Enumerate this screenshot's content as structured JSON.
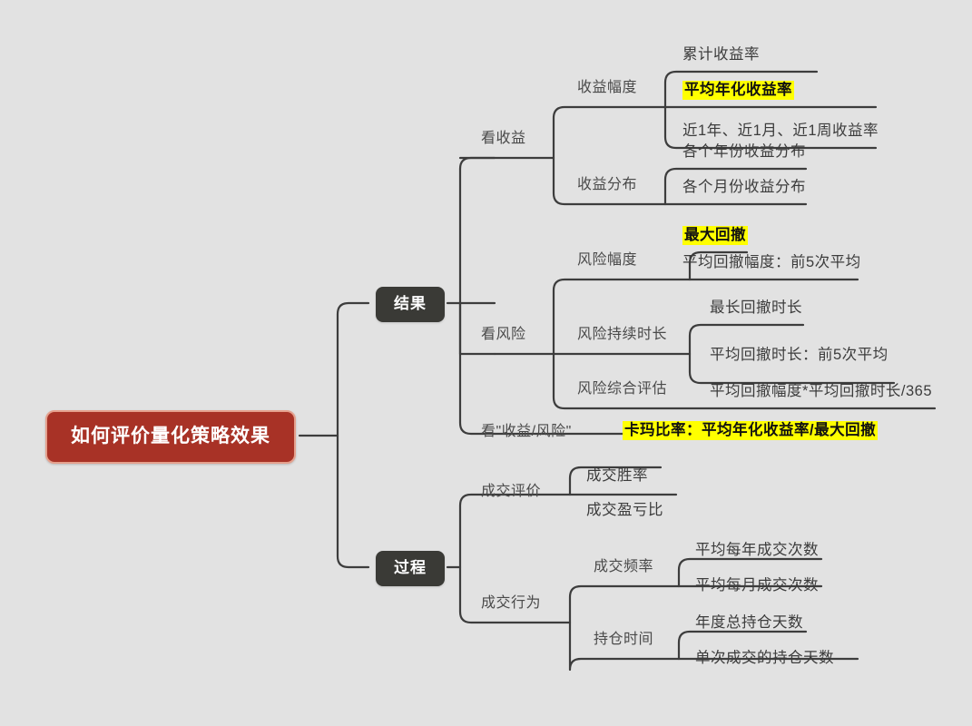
{
  "meta": {
    "background_color": "#e2e2e2",
    "line_color": "#3d3d3d",
    "root_fill": "#a83226",
    "root_border": "#e5a08d",
    "branch_fill": "#3a3a36",
    "highlight_color": "#ffff00",
    "text_color": "#4a4a4a"
  },
  "root": {
    "label": "如何评价量化策略效果"
  },
  "branches": [
    {
      "label": "结果",
      "children": [
        {
          "label": "看收益",
          "children": [
            {
              "label": "收益幅度",
              "children": [
                {
                  "label": "累计收益率",
                  "highlight": false
                },
                {
                  "label": "平均年化收益率",
                  "highlight": true
                },
                {
                  "label": "近1年、近1月、近1周收益率",
                  "highlight": false
                }
              ]
            },
            {
              "label": "收益分布",
              "children": [
                {
                  "label": "各个年份收益分布",
                  "highlight": false
                },
                {
                  "label": "各个月份收益分布",
                  "highlight": false
                }
              ]
            }
          ]
        },
        {
          "label": "看风险",
          "children": [
            {
              "label": "风险幅度",
              "children": [
                {
                  "label": "最大回撤",
                  "highlight": true
                },
                {
                  "label": "平均回撤幅度：前5次平均",
                  "highlight": false
                }
              ]
            },
            {
              "label": "风险持续时长",
              "children": [
                {
                  "label": "最长回撤时长",
                  "highlight": false
                },
                {
                  "label": "平均回撤时长：前5次平均",
                  "highlight": false
                }
              ]
            },
            {
              "label": "风险综合评估",
              "children": [
                {
                  "label": "平均回撤幅度*平均回撤时长/365",
                  "highlight": false
                }
              ]
            }
          ]
        },
        {
          "label": "看\"收益/风险\"",
          "children": [
            {
              "label": "卡玛比率：平均年化收益率/最大回撤",
              "highlight": true,
              "inline": true
            }
          ]
        }
      ]
    },
    {
      "label": "过程",
      "children": [
        {
          "label": "成交评价",
          "children": [
            {
              "label": "成交胜率",
              "leafonly": true
            },
            {
              "label": "成交盈亏比",
              "leafonly": true
            }
          ]
        },
        {
          "label": "成交行为",
          "children": [
            {
              "label": "成交频率",
              "children": [
                {
                  "label": "平均每年成交次数",
                  "highlight": false
                },
                {
                  "label": "平均每月成交次数",
                  "highlight": false
                }
              ]
            },
            {
              "label": "持仓时间",
              "children": [
                {
                  "label": "年度总持仓天数",
                  "highlight": false
                },
                {
                  "label": "单次成交的持仓天数",
                  "highlight": false
                }
              ]
            }
          ]
        }
      ]
    }
  ],
  "nodes": {
    "root": {
      "text": "如何评价量化策略效果"
    },
    "b_result": {
      "text": "结果"
    },
    "b_process": {
      "text": "过程"
    },
    "n_income": {
      "text": "看收益"
    },
    "n_risk": {
      "text": "看风险"
    },
    "n_ratio": {
      "text": "看\"收益/风险\""
    },
    "n_income_amp": {
      "text": "收益幅度"
    },
    "n_income_dist": {
      "text": "收益分布"
    },
    "n_risk_amp": {
      "text": "风险幅度"
    },
    "n_risk_dur": {
      "text": "风险持续时长"
    },
    "n_risk_eval": {
      "text": "风险综合评估"
    },
    "n_trade_eval": {
      "text": "成交评价"
    },
    "n_trade_beh": {
      "text": "成交行为"
    },
    "n_trade_freq": {
      "text": "成交频率"
    },
    "n_hold_time": {
      "text": "持仓时间"
    },
    "l_cum_return": {
      "text": "累计收益率"
    },
    "l_annual_return": {
      "text": "平均年化收益率"
    },
    "l_recent_return": {
      "text": "近1年、近1月、近1周收益率"
    },
    "l_year_dist": {
      "text": "各个年份收益分布"
    },
    "l_month_dist": {
      "text": "各个月份收益分布"
    },
    "l_max_dd": {
      "text": "最大回撤"
    },
    "l_avg_dd": {
      "text": "平均回撤幅度：前5次平均"
    },
    "l_max_dd_dur": {
      "text": "最长回撤时长"
    },
    "l_avg_dd_dur": {
      "text": "平均回撤时长：前5次平均"
    },
    "l_risk_formula": {
      "text": "平均回撤幅度*平均回撤时长/365"
    },
    "l_calmar": {
      "text": "卡玛比率：平均年化收益率/最大回撤"
    },
    "l_win_rate": {
      "text": "成交胜率"
    },
    "l_pl_ratio": {
      "text": "成交盈亏比"
    },
    "l_yearly_trades": {
      "text": "平均每年成交次数"
    },
    "l_monthly_trades": {
      "text": "平均每月成交次数"
    },
    "l_yearly_hold": {
      "text": "年度总持仓天数"
    },
    "l_single_hold": {
      "text": "单次成交的持仓天数"
    }
  }
}
